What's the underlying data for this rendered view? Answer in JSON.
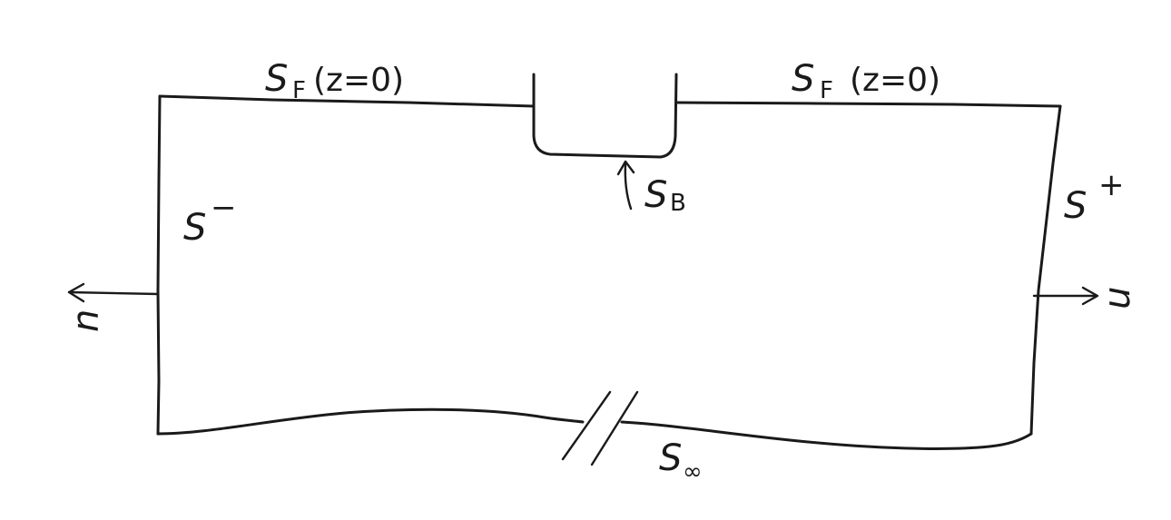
{
  "labels": {
    "sf_left": {
      "main": "S",
      "sub": "F",
      "arg": "(z=0)"
    },
    "sf_right": {
      "main": "S",
      "sub": "F",
      "arg": "(z=0)"
    },
    "sb": {
      "main": "S",
      "sub": "B"
    },
    "s_minus": {
      "main": "S",
      "sup": "−"
    },
    "s_plus": {
      "main": "S",
      "sup": "+"
    },
    "s_inf": {
      "main": "S",
      "sub": "∞"
    },
    "n_left": "n",
    "n_right": "n"
  },
  "colors": {
    "ink": "#1a1a1a",
    "paper": "#ffffff"
  }
}
